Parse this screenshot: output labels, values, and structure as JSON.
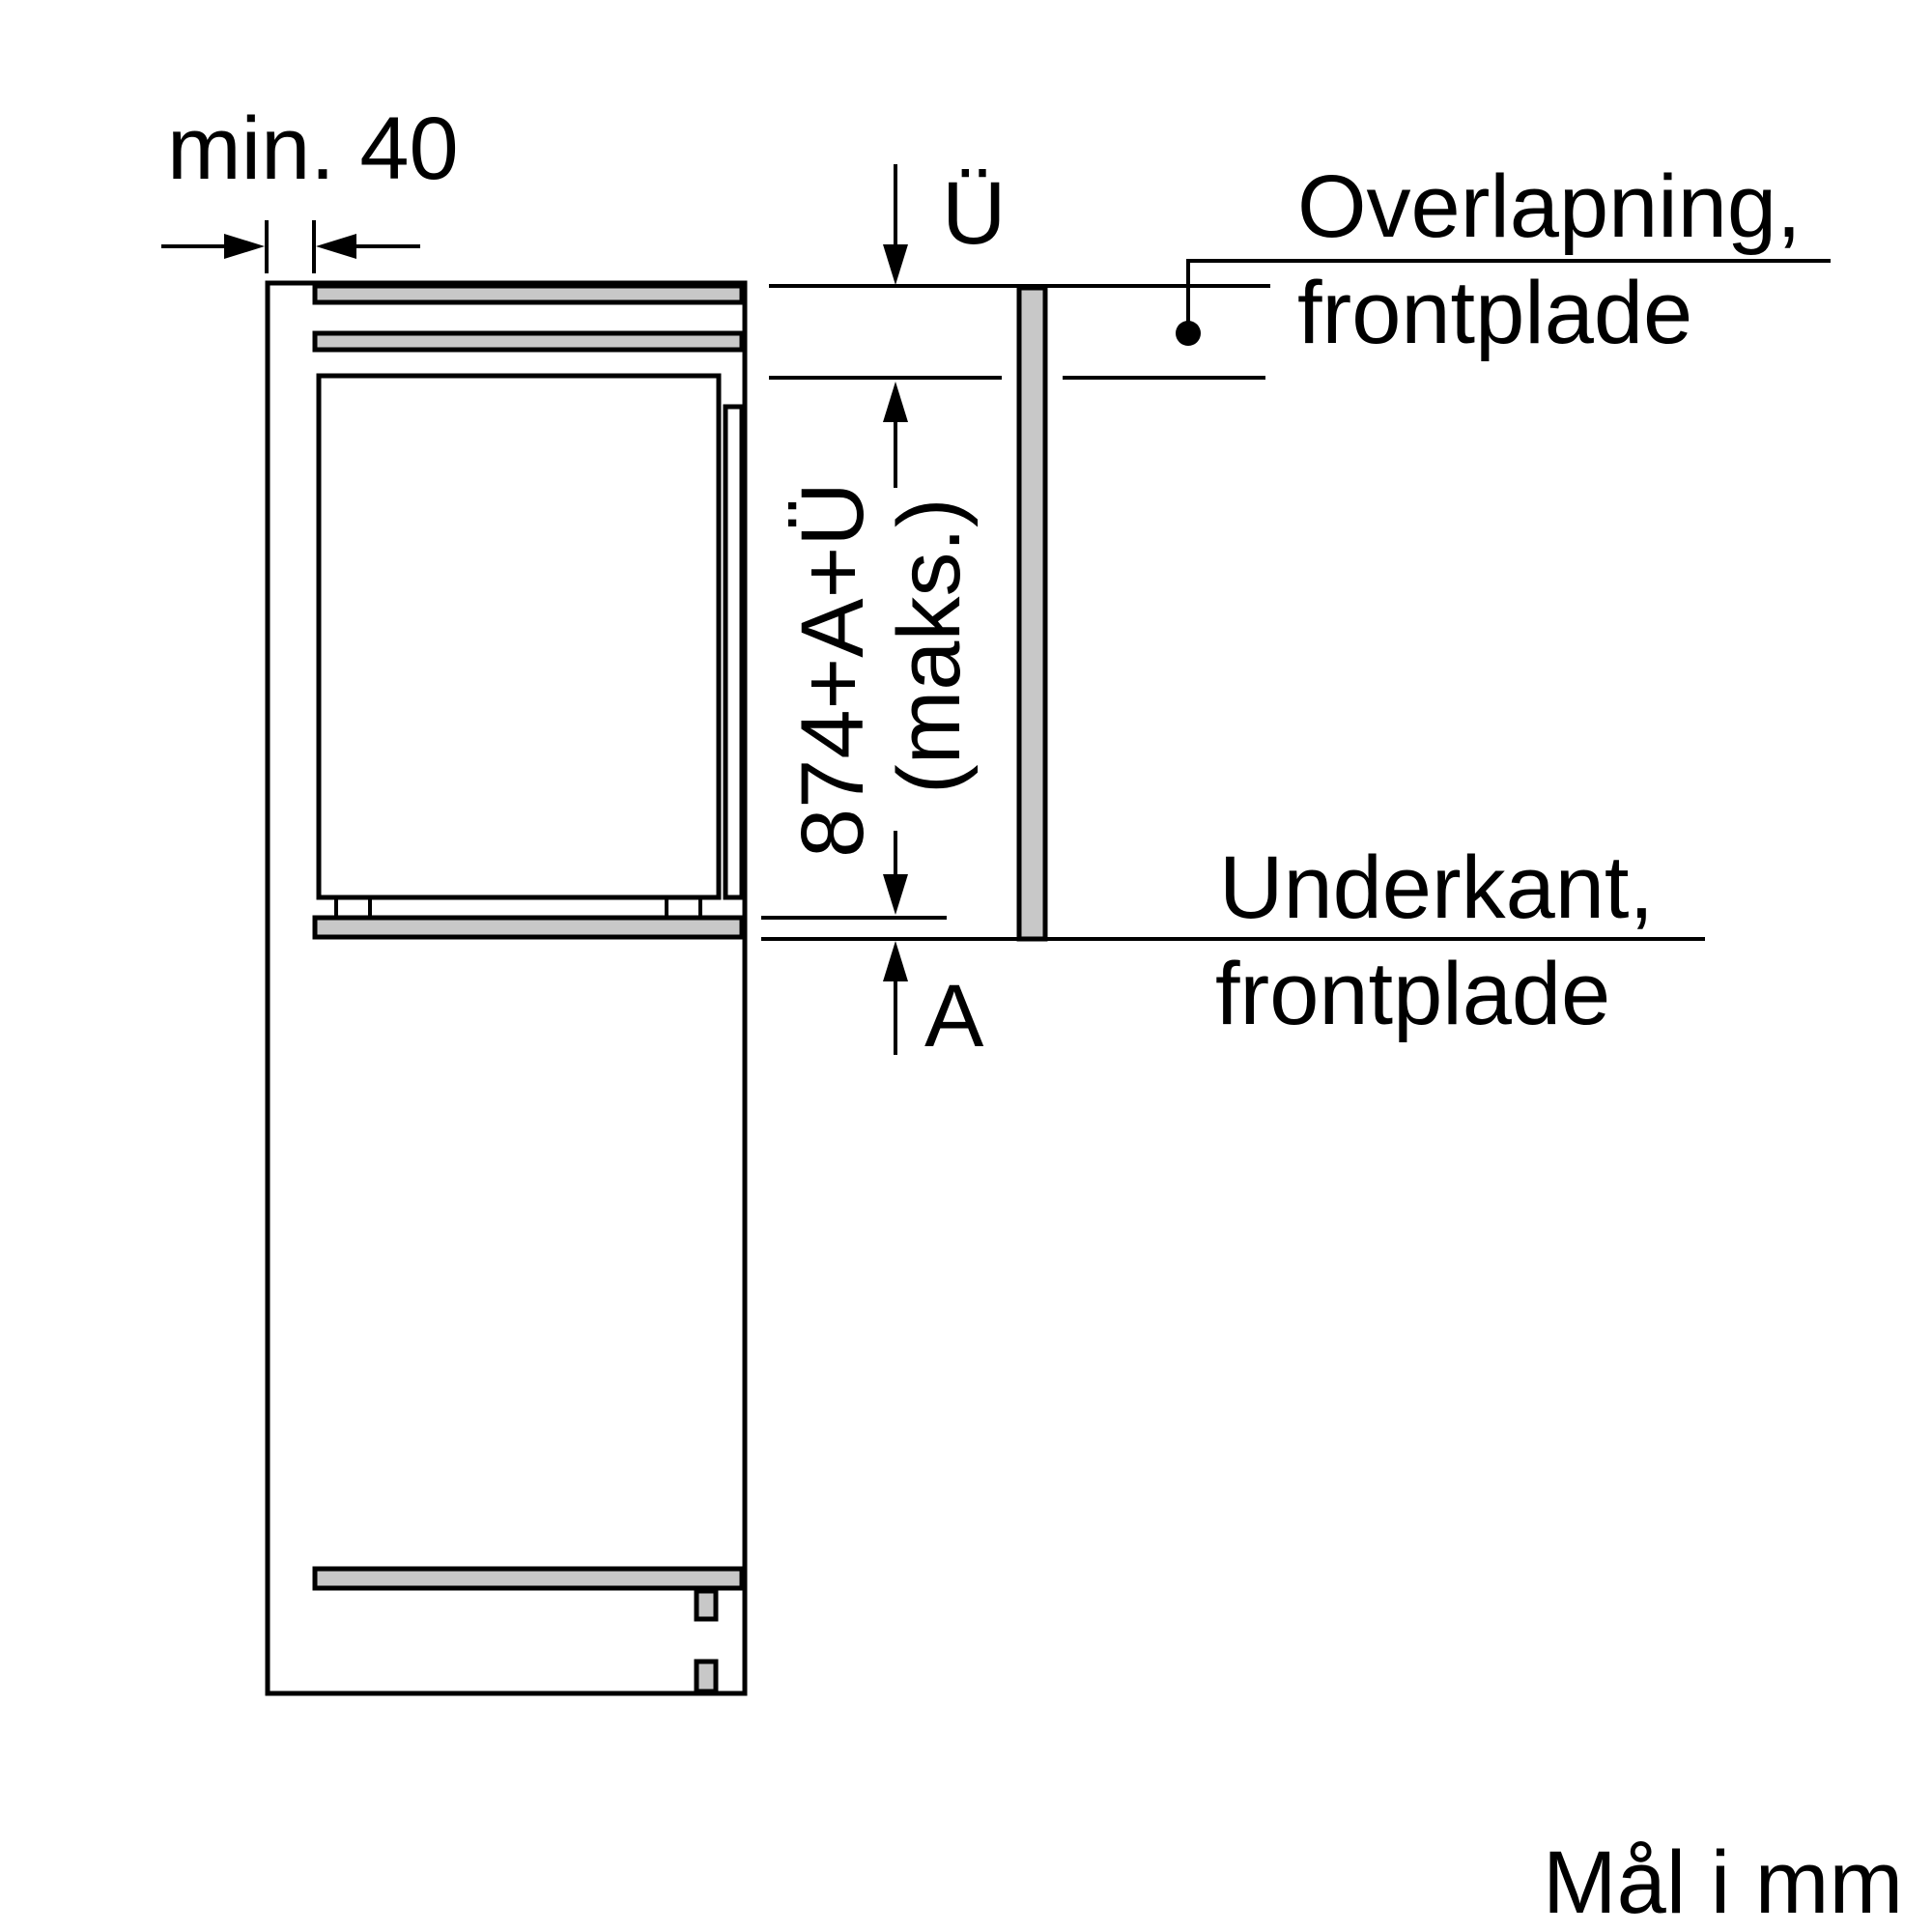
{
  "labels": {
    "min_distance": "min. 40",
    "overlap_symbol": "Ü",
    "overlap_line1": "Overlapning,",
    "overlap_line2": "frontplade",
    "height_formula": "874+A+Ü",
    "height_qualifier": "(maks.)",
    "bottom_edge_line1": "Underkant,",
    "bottom_edge_line2": "frontplade",
    "offset_symbol": "A",
    "units_note": "Mål i mm"
  },
  "colors": {
    "line": "#000000",
    "panel_fill": "#c8c8c8",
    "background": "#ffffff"
  }
}
